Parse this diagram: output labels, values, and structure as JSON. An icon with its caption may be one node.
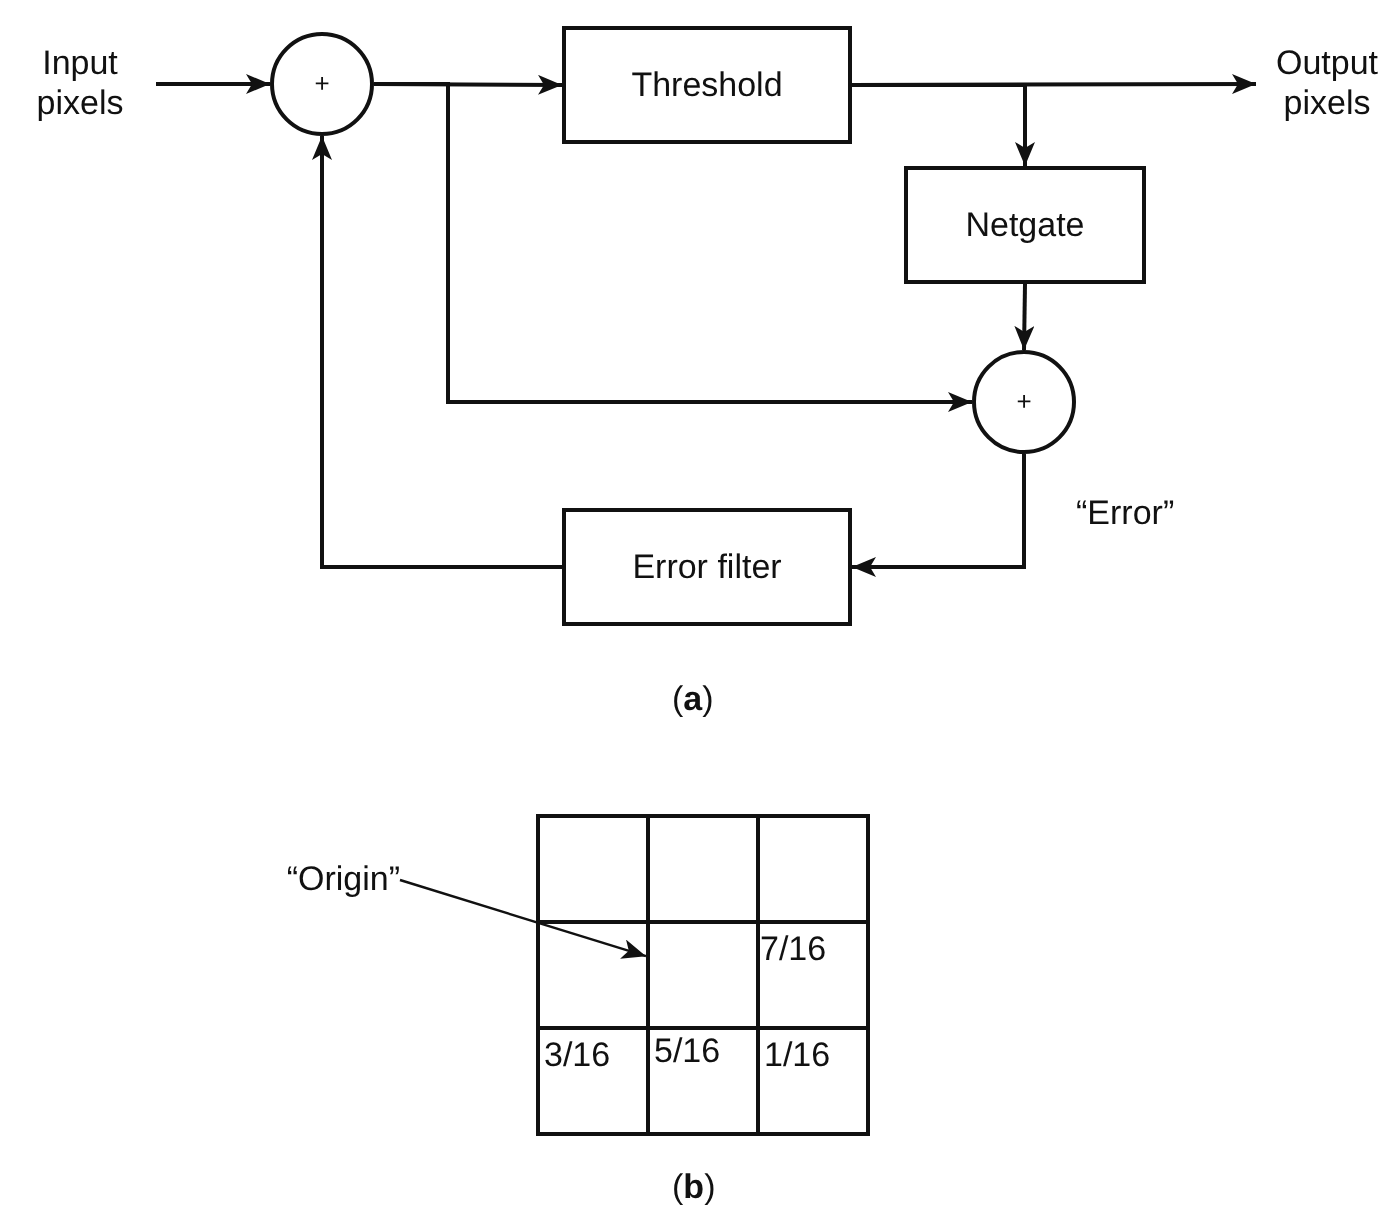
{
  "diagram": {
    "nodes": [
      {
        "text": [
          "Input pixels"
        ]
      },
      {
        "text": [
          "+"
        ]
      },
      {
        "text": [
          "Threshold"
        ]
      },
      {
        "text": [
          "Output pixels"
        ]
      },
      {
        "text": [
          "Netgate"
        ]
      },
      {
        "text": [
          "+"
        ]
      },
      {
        "text": [
          "Error filter"
        ]
      },
      {
        "text": [
          "“Origin”"
        ]
      },
      {
        "text": [],
        "shape": "box"
      }
    ],
    "edges": [
      {
        "from": 0,
        "to": 1,
        "arrow": "to"
      },
      {
        "from": 1,
        "to": 2,
        "arrow": "to"
      },
      {
        "from": 2,
        "to": 3,
        "arrow": "to"
      },
      {
        "from": 2,
        "to": 4,
        "arrow": "to"
      },
      {
        "from": 4,
        "to": 5,
        "arrow": "to"
      },
      {
        "from": 1,
        "to": 5,
        "arrow": "to"
      },
      {
        "from": 5,
        "to": 6,
        "arrow": "to",
        "label": "“Error”"
      },
      {
        "from": 6,
        "to": 1,
        "arrow": "to"
      },
      {
        "from": 7,
        "to": 8,
        "arrow": "to"
      }
    ],
    "labels": [
      "(a)",
      "7/16",
      "3/16",
      "5/16",
      "1/16",
      "(b)"
    ]
  }
}
